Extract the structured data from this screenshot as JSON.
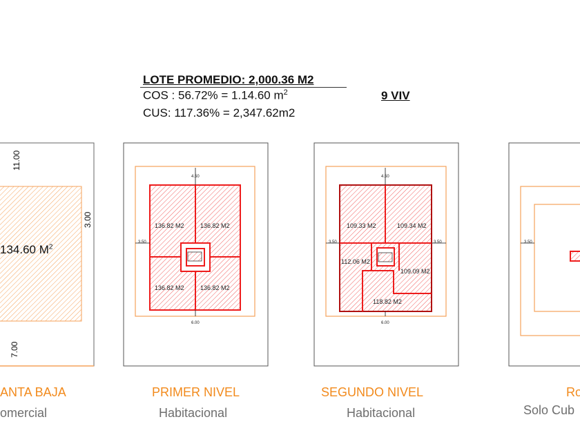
{
  "header": {
    "title": "LOTE PROMEDIO: 2,000.36 M2",
    "cos": "COS : 56.72% = 1.14.60 m",
    "cos_sup": "2",
    "cus": "CUS:  117.36%  = 2,347.62m2",
    "units": "9 VIV"
  },
  "panels": [
    {
      "label": "ANTA BAJA",
      "use": "omercial",
      "area": "134.60 M",
      "area_sup": "2",
      "dims": {
        "top": "11.00",
        "right": "3.00",
        "bottom": "7.00"
      }
    },
    {
      "label": "PRIMER NIVEL",
      "use": "Habitacional",
      "areas": [
        "136.82 M2",
        "136.82 M2",
        "136.82 M2",
        "136.82 M2"
      ],
      "dims": {
        "top": "4.50",
        "left": "3.50",
        "bottom": "6.00"
      }
    },
    {
      "label": "SEGUNDO NIVEL",
      "use": "Habitacional",
      "areas": [
        "109.33 M2",
        "109.34 M2",
        "112.06 M2",
        "109.09 M2",
        "118.82 M2"
      ],
      "dims": {
        "top": "4.50",
        "left": "3.50",
        "right": "3.50",
        "bottom": "6.00"
      }
    },
    {
      "label": "Ro",
      "use": "Solo Cub",
      "dims": {
        "left": "3.50"
      }
    }
  ],
  "colors": {
    "orange": "#f28a1c",
    "red": "#ee1c1c",
    "frame": "#555555"
  }
}
